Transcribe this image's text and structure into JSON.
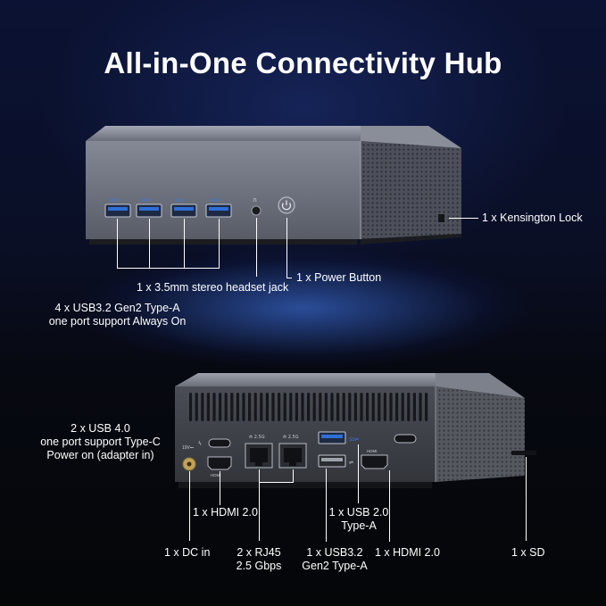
{
  "title": "All-in-One Connectivity Hub",
  "top_device": {
    "labels": {
      "kensington": "1 x Kensington Lock",
      "power": "1 x Power Button",
      "headset": "1 x 3.5mm stereo headset jack",
      "usb_line1": "4 x USB3.2 Gen2 Type-A",
      "usb_line2": "one port support Always On"
    }
  },
  "bottom_device": {
    "labels": {
      "usb4_line1": "2 x USB 4.0",
      "usb4_line2": "one port support Type-C",
      "usb4_line3": "Power on  (adapter in)",
      "hdmi_left": "1 x HDMI 2.0",
      "dc": "1 x DC in",
      "rj45_line1": "2 x RJ45",
      "rj45_line2": "2.5 Gbps",
      "usb32_line1": "1 x USB3.2",
      "usb32_line2": "Gen2 Type-A",
      "usb20_line1": "1 x USB 2.0",
      "usb20_line2": "Type-A",
      "hdmi_right": "1 x HDMI 2.0",
      "sd": "1 x SD"
    }
  }
}
